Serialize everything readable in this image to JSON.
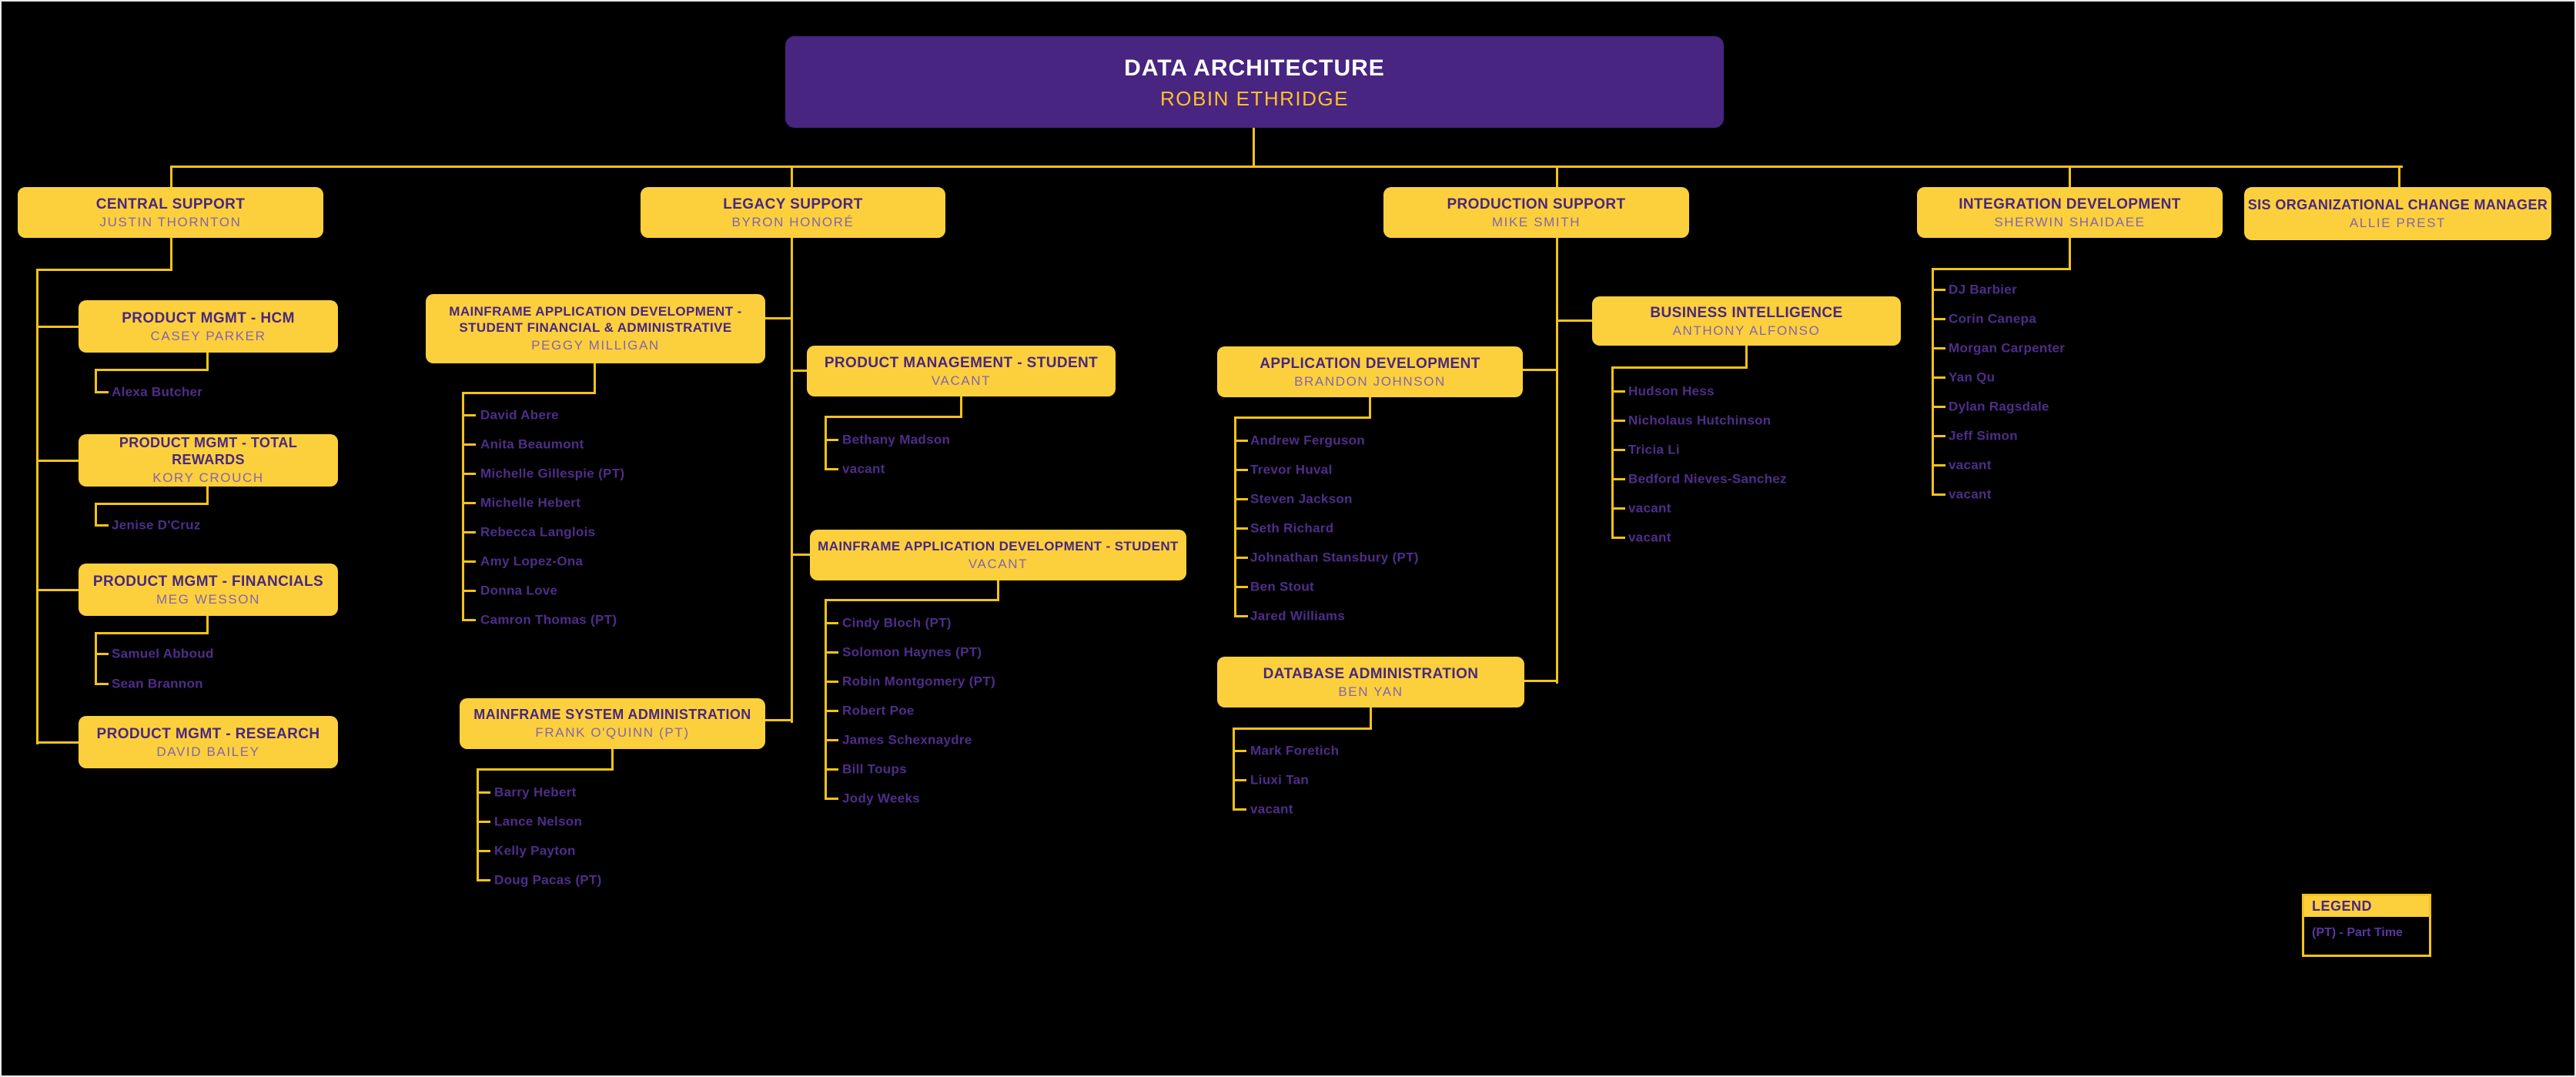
{
  "root": {
    "title": "DATA ARCHITECTURE",
    "name": "ROBIN ETHRIDGE"
  },
  "level2": {
    "central": {
      "title": "CENTRAL SUPPORT",
      "name": "JUSTIN THORNTON"
    },
    "legacy": {
      "title": "LEGACY SUPPORT",
      "name": "BYRON HONORÉ"
    },
    "production": {
      "title": "PRODUCTION SUPPORT",
      "name": "MIKE SMITH"
    },
    "integration": {
      "title": "INTEGRATION DEVELOPMENT",
      "name": "SHERWIN SHAIDAEE",
      "members": [
        "DJ Barbier",
        "Corin Canepa",
        "Morgan Carpenter",
        "Yan Qu",
        "Dylan Ragsdale",
        "Jeff Simon",
        "vacant",
        "vacant"
      ]
    },
    "sis": {
      "title": "SIS ORGANIZATIONAL CHANGE MANAGER",
      "name": "ALLIE PREST"
    }
  },
  "teams": {
    "hcm": {
      "title": "PRODUCT MGMT - HCM",
      "name": "CASEY PARKER",
      "members": [
        "Alexa Butcher"
      ]
    },
    "total_rewards": {
      "title": "PRODUCT MGMT - TOTAL REWARDS",
      "name": "KORY CROUCH",
      "members": [
        "Jenise D'Cruz"
      ]
    },
    "financials": {
      "title": "PRODUCT MGMT - FINANCIALS",
      "name": "MEG WESSON",
      "members": [
        "Samuel Abboud",
        "Sean Brannon"
      ]
    },
    "research": {
      "title": "PRODUCT MGMT - RESEARCH",
      "name": "DAVID BAILEY",
      "members": []
    },
    "student_financial_admin": {
      "title": "MAINFRAME APPLICATION  DEVELOPMENT - STUDENT FINANCIAL & ADMINISTRATIVE",
      "name": "PEGGY MILLIGAN",
      "members": [
        "David Abere",
        "Anita Beaumont",
        "Michelle Gillespie (PT)",
        "Michelle Hebert",
        "Rebecca Langlois",
        "Amy Lopez-Ona",
        "Donna Love",
        "Camron Thomas (PT)"
      ]
    },
    "product_mgmt_student": {
      "title": "PRODUCT MANAGEMENT - STUDENT",
      "name": "VACANT",
      "members": [
        "Bethany Madson",
        "vacant"
      ]
    },
    "mainframe_dev_student": {
      "title": "MAINFRAME APPLICATION DEVELOPMENT - STUDENT",
      "name": "VACANT",
      "members": [
        "Cindy Bloch (PT)",
        "Solomon Haynes (PT)",
        "Robin Montgomery (PT)",
        "Robert Poe",
        "James Schexnaydre",
        "Bill Toups",
        "Jody Weeks"
      ]
    },
    "mainframe_sys_admin": {
      "title": "MAINFRAME SYSTEM ADMINISTRATION",
      "name": "FRANK O'QUINN (PT)",
      "members": [
        "Barry Hebert",
        "Lance Nelson",
        "Kelly Payton",
        "Doug Pacas (PT)"
      ]
    },
    "app_dev": {
      "title": "APPLICATION DEVELOPMENT",
      "name": "BRANDON JOHNSON",
      "members": [
        "Andrew Ferguson",
        "Trevor Huval",
        "Steven Jackson",
        "Seth Richard",
        "Johnathan Stansbury (PT)",
        "Ben Stout",
        "Jared Williams"
      ]
    },
    "business_intel": {
      "title": "BUSINESS INTELLIGENCE",
      "name": "ANTHONY ALFONSO",
      "members": [
        "Hudson Hess",
        "Nicholaus Hutchinson",
        "Tricia Li",
        "Bedford Nieves-Sanchez",
        "vacant",
        "vacant"
      ]
    },
    "db_admin": {
      "title": "DATABASE ADMINISTRATION",
      "name": "BEN YAN",
      "members": [
        "Mark Foretich",
        "Liuxi Tan",
        "vacant"
      ]
    }
  },
  "legend": {
    "title": "LEGEND",
    "note": "(PT) - Part Time"
  },
  "colors": {
    "gold": "#FCD03C",
    "purple": "#482580",
    "line": "#F3C318",
    "title_text": "#49277F"
  }
}
